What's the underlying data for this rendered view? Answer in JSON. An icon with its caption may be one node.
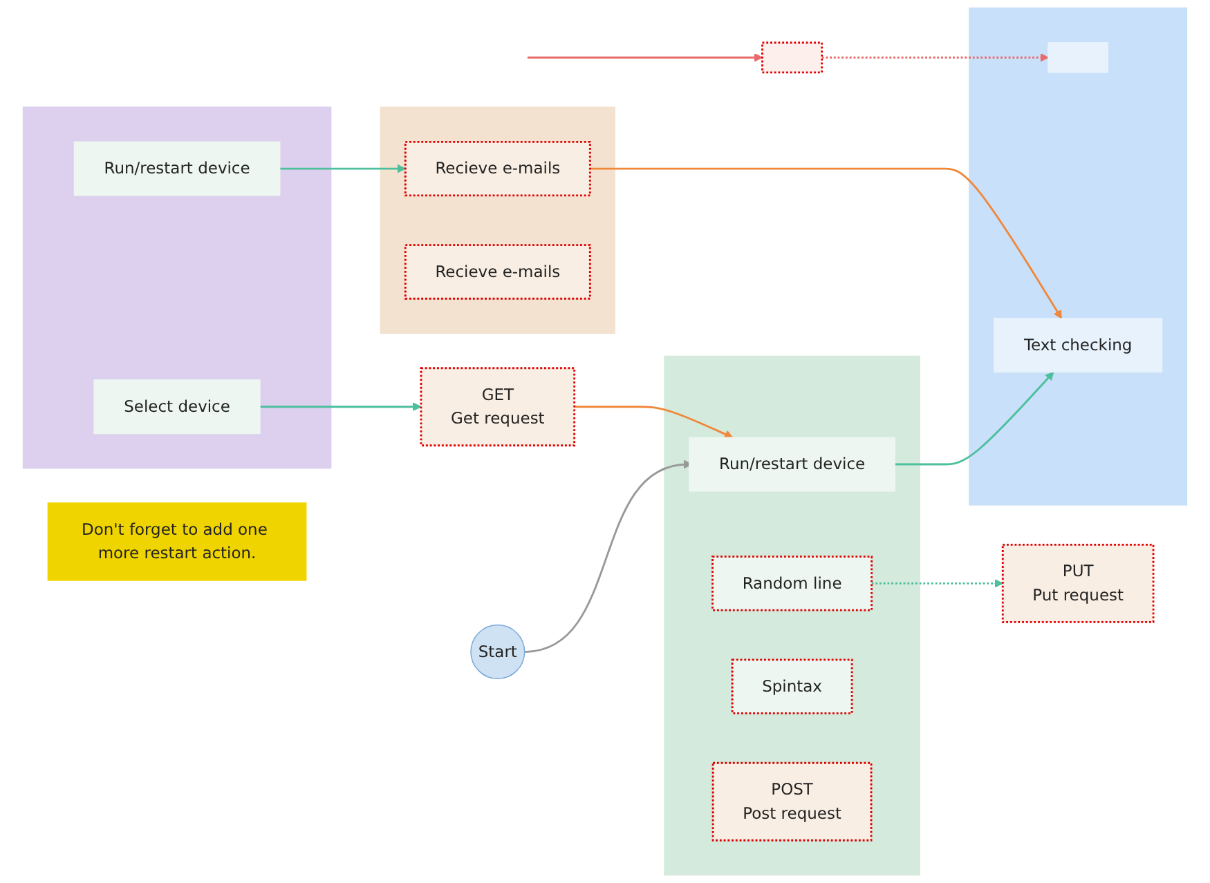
{
  "diagram": {
    "nodes": [
      {
        "text": [],
        "shape": "box"
      },
      {
        "text": [
          "Select device"
        ],
        "in": 0
      },
      {
        "text": [
          "Run/restart device"
        ],
        "in": 0
      },
      {
        "text": [
          "Don't forget to add one more restart action."
        ]
      },
      {
        "text": [],
        "shape": "box"
      },
      {
        "text": [
          "GET",
          "Get request"
        ]
      },
      {
        "text": [],
        "shape": "box"
      },
      {
        "text": [
          "Recieve e-mails"
        ],
        "in": 6
      },
      {
        "text": [
          "Recieve e-mails"
        ],
        "in": 6
      },
      {
        "text": [],
        "shape": "box"
      },
      {
        "text": [],
        "shape": "box",
        "in": 9
      },
      {
        "text": [
          "Text checking"
        ],
        "in": 9
      },
      {
        "text": [
          "Start"
        ]
      },
      {
        "text": [],
        "shape": "box"
      },
      {
        "text": [
          "Run/restart device"
        ],
        "in": 13
      },
      {
        "text": [
          "Random line"
        ],
        "in": 13
      },
      {
        "text": [
          "Spintax"
        ],
        "in": 13
      },
      {
        "text": [
          "POST",
          "Post request"
        ],
        "in": 13
      },
      {
        "text": [
          "PUT",
          "Put request"
        ]
      }
    ],
    "edges": [
      {
        "from": 1,
        "to": 5,
        "arrow": "to"
      },
      {
        "from": 2,
        "to": 7,
        "arrow": "to"
      },
      {
        "from": 5,
        "to": 14,
        "arrow": "to",
        "color": "#f0883a"
      },
      {
        "from": 12,
        "to": 14,
        "arrow": "to",
        "color": "#999999"
      },
      {
        "from": 7,
        "to": 11,
        "arrow": "to",
        "color": "#f0883a"
      },
      {
        "from": 14,
        "to": 11,
        "arrow": "to"
      },
      {
        "from": 15,
        "to": 18,
        "arrow": "to",
        "style": "dashed"
      },
      {
        "from": 4,
        "to": 10,
        "arrow": "to",
        "style": "dashed",
        "color": "#e86a6a"
      },
      {
        "from": null,
        "to": 4,
        "arrow": "to",
        "color": "#e86a6a"
      }
    ]
  }
}
